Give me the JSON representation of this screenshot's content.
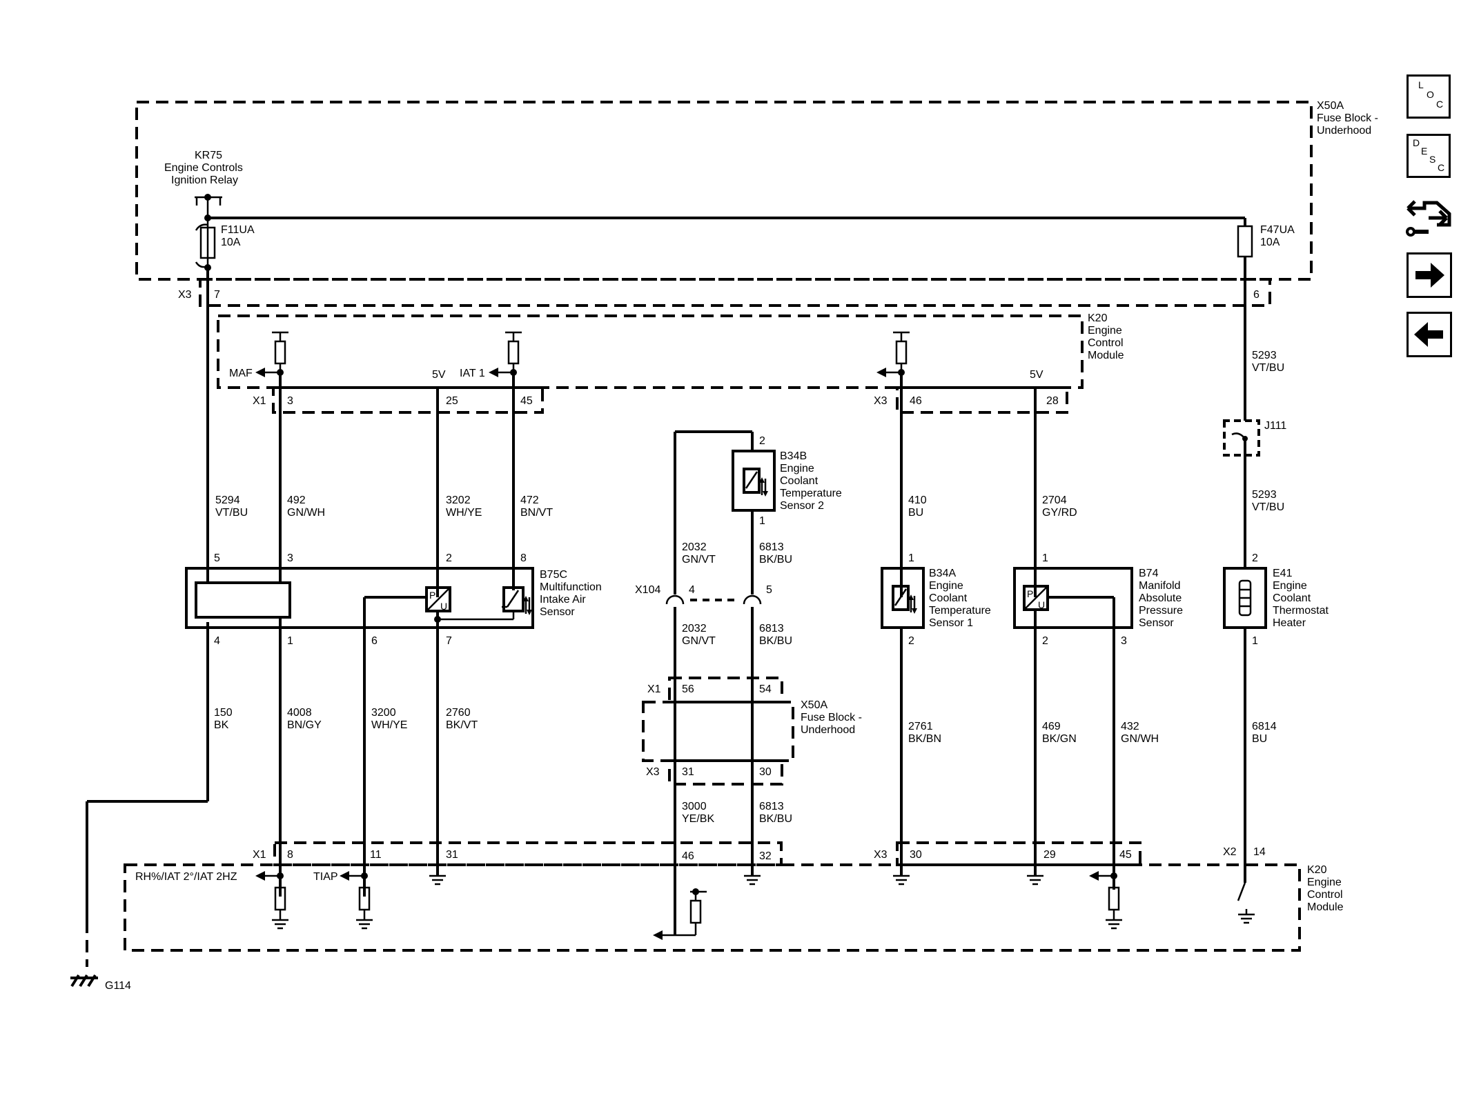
{
  "nav": {
    "loc": [
      "L",
      "O",
      "C"
    ],
    "desc": [
      "D",
      "E",
      "S",
      "C"
    ]
  },
  "modules": {
    "x50a_top": [
      "X50A",
      "Fuse Block -",
      "Underhood"
    ],
    "k20_top": [
      "K20",
      "Engine",
      "Control",
      "Module"
    ],
    "k20_bottom": [
      "K20",
      "Engine",
      "Control",
      "Module"
    ],
    "x50a_mid": [
      "X50A",
      "Fuse Block -",
      "Underhood"
    ]
  },
  "components": {
    "kr75": [
      "KR75",
      "Engine Controls",
      "Ignition Relay"
    ],
    "f11ua": [
      "F11UA",
      "10A"
    ],
    "f47ua": [
      "F47UA",
      "10A"
    ],
    "j111": "J111",
    "b75c": [
      "B75C",
      "Multifunction",
      "Intake Air",
      "Sensor"
    ],
    "b34b": [
      "B34B",
      "Engine",
      "Coolant",
      "Temperature",
      "Sensor 2"
    ],
    "b34a": [
      "B34A",
      "Engine",
      "Coolant",
      "Temperature",
      "Sensor 1"
    ],
    "b74": [
      "B74",
      "Manifold",
      "Absolute",
      "Pressure",
      "Sensor"
    ],
    "e41": [
      "E41",
      "Engine",
      "Coolant",
      "Thermostat",
      "Heater"
    ],
    "g114": "G114",
    "pu1": [
      "P",
      "U"
    ],
    "pu2": [
      "P",
      "U"
    ]
  },
  "connectors": {
    "x3_top": "X3",
    "x3_top_7": "7",
    "x3_top_6": "6",
    "x1_mid": "X1",
    "x1_mid_3": "3",
    "x1_mid_25": "25",
    "x1_mid_45": "45",
    "x3_mid": "X3",
    "x3_mid_46": "46",
    "x3_mid_28": "28",
    "x104": "X104",
    "x104_4": "4",
    "x104_5": "5",
    "x1_fb": "X1",
    "x1_fb_56": "56",
    "x1_fb_54": "54",
    "x3_fb": "X3",
    "x3_fb_31": "31",
    "x3_fb_30": "30",
    "x1_bot": "X1",
    "x1_bot_8": "8",
    "x1_bot_11": "11",
    "x1_bot_31": "31",
    "x1_bot_46": "46",
    "x1_bot_32": "32",
    "x3_bot": "X3",
    "x3_bot_30": "30",
    "x3_bot_29": "29",
    "x3_bot_45": "45",
    "x2_bot": "X2",
    "x2_bot_14": "14"
  },
  "signals": {
    "maf": "MAF",
    "v5_a": "5V",
    "iat1": "IAT 1",
    "v5_b": "5V",
    "rh": "RH%/IAT 2°/IAT 2HZ",
    "tiap": "TIAP"
  },
  "pins": {
    "b75c_5": "5",
    "b75c_3": "3",
    "b75c_2": "2",
    "b75c_8": "8",
    "b75c_4": "4",
    "b75c_1": "1",
    "b75c_6": "6",
    "b75c_7": "7",
    "b34b_2": "2",
    "b34b_1": "1",
    "b34a_1": "1",
    "b34a_2": "2",
    "b74_1": "1",
    "b74_2": "2",
    "b74_3": "3",
    "e41_2": "2",
    "e41_1": "1"
  },
  "wires": {
    "w5294a": [
      "5294",
      "VT/BU"
    ],
    "w492": [
      "492",
      "GN/WH"
    ],
    "w3202": [
      "3202",
      "WH/YE"
    ],
    "w472": [
      "472",
      "BN/VT"
    ],
    "w2032a": [
      "2032",
      "GN/VT"
    ],
    "w6813a": [
      "6813",
      "BK/BU"
    ],
    "w410": [
      "410",
      "BU"
    ],
    "w2704": [
      "2704",
      "GY/RD"
    ],
    "w5293a": [
      "5293",
      "VT/BU"
    ],
    "w5293b": [
      "5293",
      "VT/BU"
    ],
    "w2032b": [
      "2032",
      "GN/VT"
    ],
    "w6813b": [
      "6813",
      "BK/BU"
    ],
    "w150": [
      "150",
      "BK"
    ],
    "w4008": [
      "4008",
      "BN/GY"
    ],
    "w3200": [
      "3200",
      "WH/YE"
    ],
    "w2760": [
      "2760",
      "BK/VT"
    ],
    "w2761": [
      "2761",
      "BK/BN"
    ],
    "w469": [
      "469",
      "BK/GN"
    ],
    "w432": [
      "432",
      "GN/WH"
    ],
    "w6814": [
      "6814",
      "BU"
    ],
    "w3000": [
      "3000",
      "YE/BK"
    ],
    "w6813c": [
      "6813",
      "BK/BU"
    ]
  }
}
